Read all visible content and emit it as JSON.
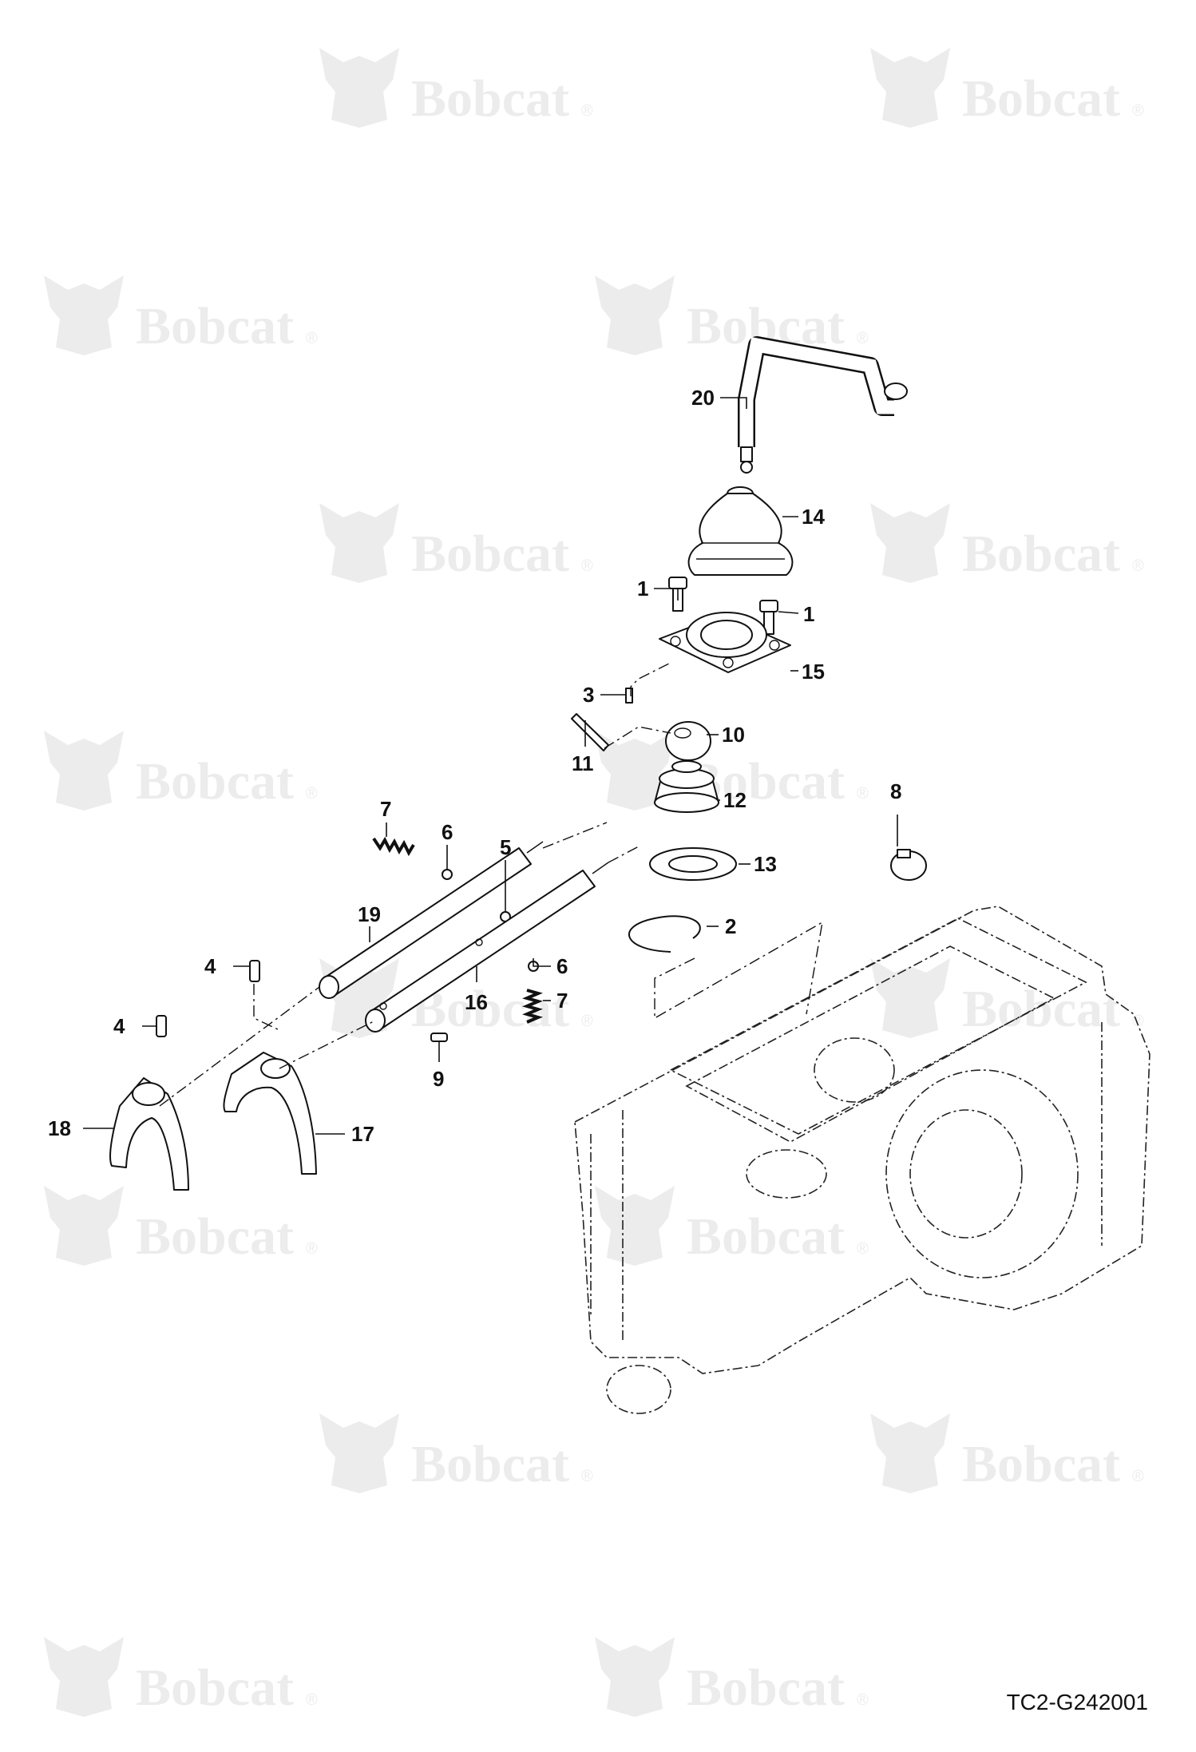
{
  "drawing_id": "TC2-G242001",
  "watermark": {
    "text": "Bobcat",
    "mark": "®"
  },
  "callouts": {
    "c1a": "1",
    "c1b": "1",
    "c2": "2",
    "c3": "3",
    "c4a": "4",
    "c4b": "4",
    "c5": "5",
    "c6a": "6",
    "c6b": "6",
    "c7a": "7",
    "c7b": "7",
    "c8": "8",
    "c9": "9",
    "c10": "10",
    "c11": "11",
    "c12": "12",
    "c13": "13",
    "c14": "14",
    "c15": "15",
    "c16": "16",
    "c17": "17",
    "c18": "18",
    "c19": "19",
    "c20": "20"
  }
}
